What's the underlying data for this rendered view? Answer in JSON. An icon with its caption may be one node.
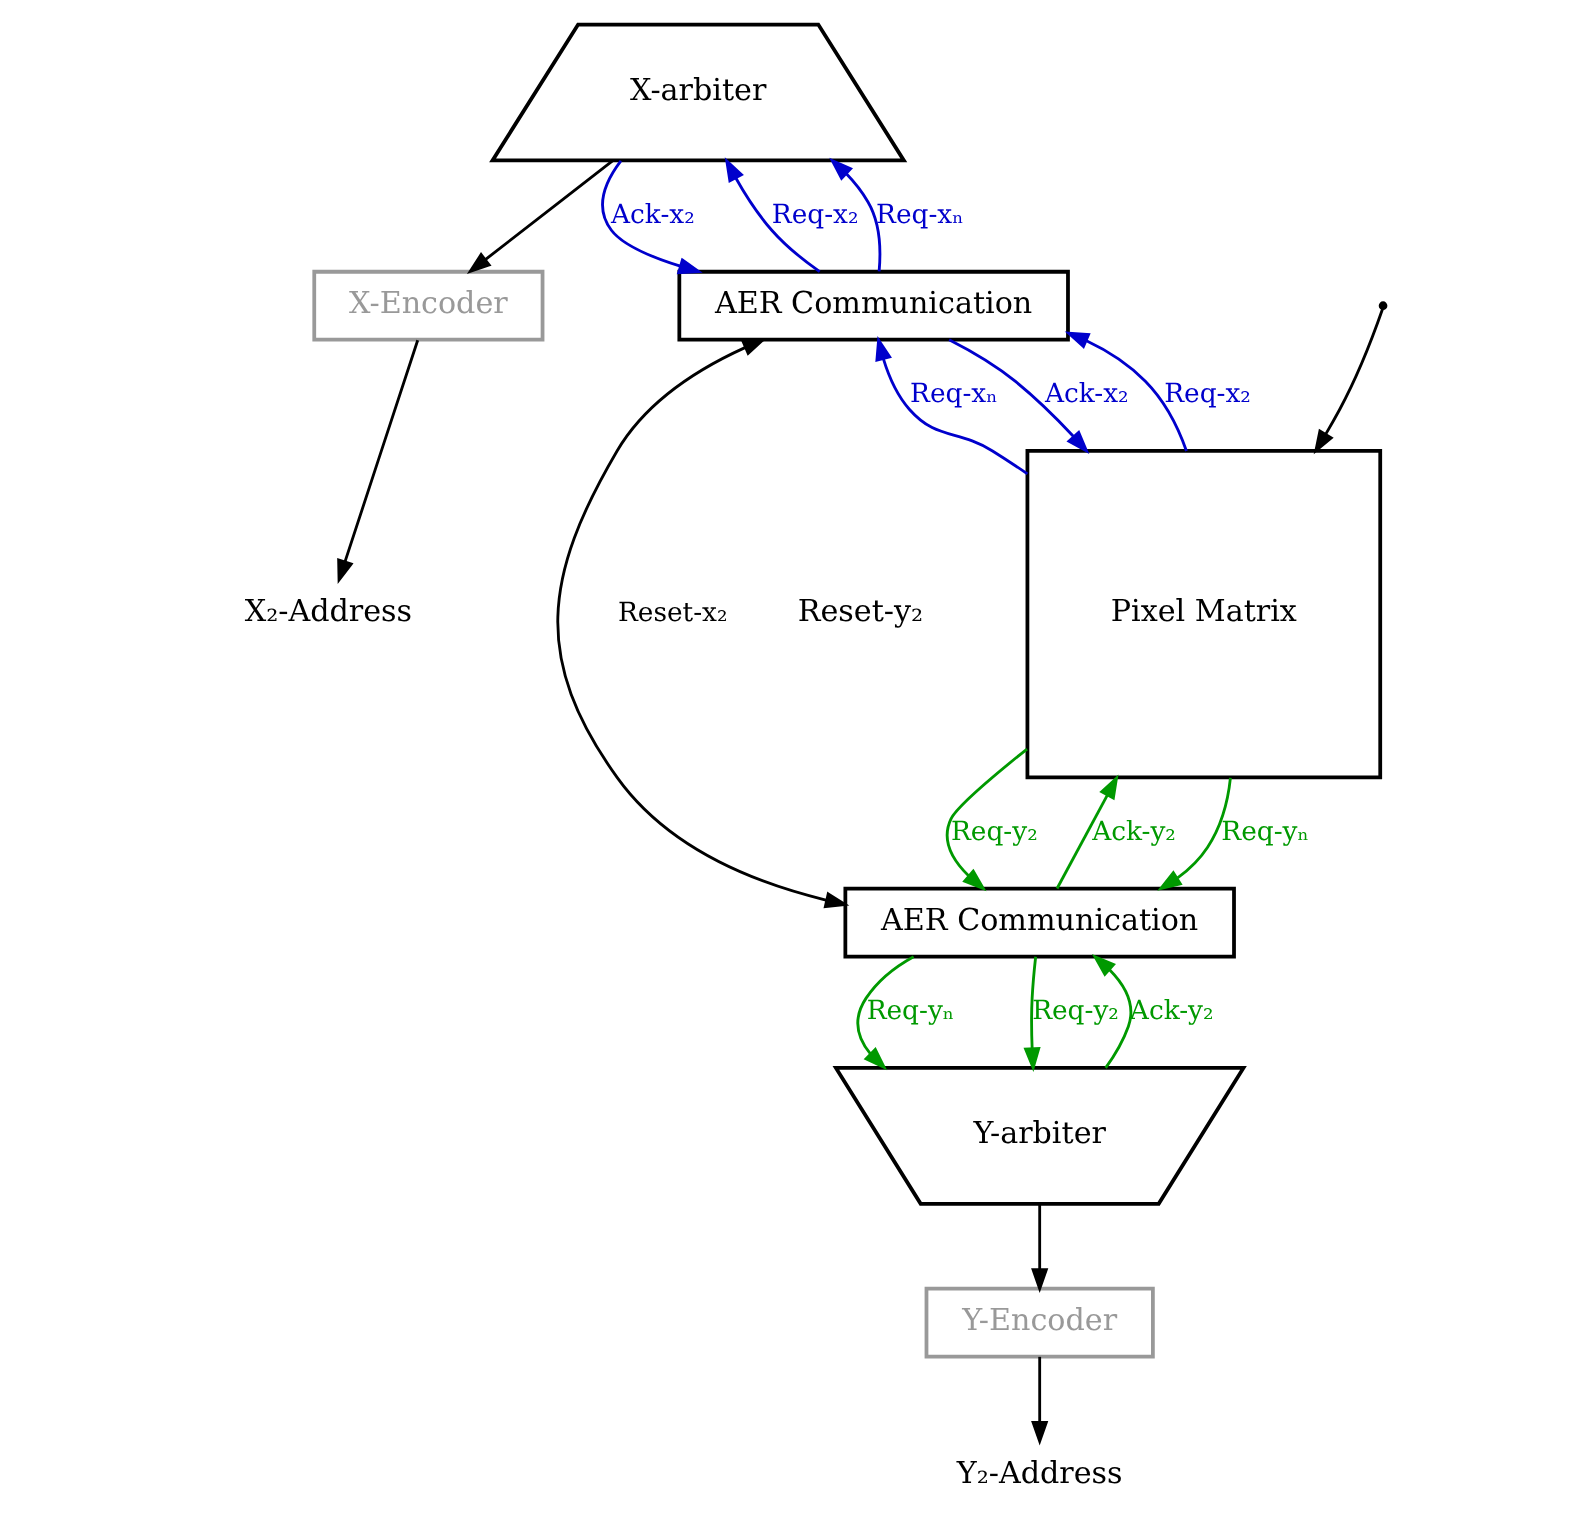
{
  "diagram": {
    "nodes": [
      {
        "text": [
          "X-arbiter"
        ]
      },
      {
        "text": [
          "X-Encoder"
        ]
      },
      {
        "text": [
          "AER Communication"
        ]
      },
      {
        "text": [
          "Pixel Matrix"
        ]
      },
      {
        "text": [
          "AER Communication"
        ]
      },
      {
        "text": [
          "Y-Encoder"
        ]
      },
      {
        "text": [
          "Y-arbiter"
        ]
      },
      {
        "text": [
          "X₂-Address"
        ]
      },
      {
        "text": [
          "Y₂-Address"
        ]
      }
    ],
    "edges": [
      {
        "from": 0,
        "to": 1,
        "arrow": "to"
      },
      {
        "from": 0,
        "to": 2,
        "arrow": "to",
        "label": "Ack-x₂",
        "color": "#0000cc"
      },
      {
        "from": 2,
        "to": 0,
        "arrow": "to",
        "label": "Req-x₂",
        "color": "#0000cc"
      },
      {
        "from": 2,
        "to": 0,
        "arrow": "to",
        "label": "Req-xₙ",
        "color": "#0000cc"
      },
      {
        "from": 1,
        "to": 7,
        "arrow": "to"
      },
      {
        "from": 2,
        "to": 3,
        "arrow": "to",
        "label": "Ack-x₂",
        "color": "#0000cc"
      },
      {
        "from": 3,
        "to": 2,
        "arrow": "to",
        "label": "Req-x₂",
        "color": "#0000cc"
      },
      {
        "from": 3,
        "to": 2,
        "arrow": "to",
        "label": "Req-xₙ",
        "color": "#0000cc"
      },
      {
        "from": 2,
        "to": 4,
        "arrow": "both",
        "label": "Reset-x₂"
      },
      {
        "from": 3,
        "to": 4,
        "arrow": "to",
        "label": "Req-yₙ",
        "color": "#009900"
      },
      {
        "from": 3,
        "to": 4,
        "arrow": "to",
        "label": "Req-y₂",
        "color": "#009900"
      },
      {
        "from": 4,
        "to": 3,
        "arrow": "to",
        "label": "Ack-y₂",
        "color": "#009900"
      },
      {
        "from": 4,
        "to": 6,
        "arrow": "to",
        "label": "Req-yₙ",
        "color": "#009900"
      },
      {
        "from": 4,
        "to": 6,
        "arrow": "to",
        "label": "Req-y₂",
        "color": "#009900"
      },
      {
        "from": 6,
        "to": 4,
        "arrow": "to",
        "label": "Ack-y₂",
        "color": "#009900"
      },
      {
        "from": 6,
        "to": 5,
        "arrow": "to"
      },
      {
        "from": 5,
        "to": 8,
        "arrow": "to"
      },
      {
        "from": null,
        "to": 3,
        "arrow": "to"
      }
    ],
    "labels": [
      "Reset-y₂"
    ]
  }
}
